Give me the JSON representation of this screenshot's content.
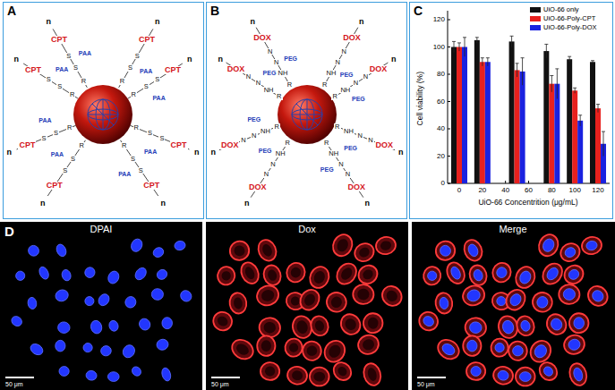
{
  "diagram": {
    "nodes": [
      {
        "text": [
          "A"
        ]
      },
      {
        "text": [
          "B"
        ]
      },
      {
        "text": [
          "C"
        ]
      }
    ],
    "labels": [
      "n",
      "CPT",
      "S",
      "S",
      "R",
      "PAA",
      "n",
      "CPT",
      "S",
      "S",
      "R",
      "PAA",
      "n",
      "CPT",
      "S",
      "S",
      "R",
      "PAA",
      "n",
      "CPT",
      "S",
      "S",
      "R",
      "PAA",
      "n",
      "CPT",
      "S",
      "S",
      "R",
      "PAA",
      "n",
      "CPT",
      "S",
      "S",
      "R",
      "PAA",
      "n",
      "CPT",
      "S",
      "S",
      "R",
      "PAA",
      "n",
      "CPT",
      "S",
      "S",
      "R",
      "PAA",
      "n",
      "DOX",
      "N",
      "N",
      "NH",
      "R",
      "PEG",
      "n",
      "DOX",
      "N",
      "N",
      "NH",
      "R",
      "PEG",
      "n",
      "DOX",
      "N",
      "N",
      "NH",
      "R",
      "PEG",
      "n",
      "DOX",
      "N",
      "N",
      "NH",
      "R",
      "PEG",
      "n",
      "DOX",
      "N",
      "N",
      "NH",
      "R",
      "PEG",
      "n",
      "DOX",
      "N",
      "N",
      "NH",
      "R",
      "PEG",
      "n",
      "DOX",
      "N",
      "N",
      "NH",
      "R",
      "PEG",
      "n",
      "DOX",
      "N",
      "N",
      "NH",
      "R",
      "PEG",
      "Cell viability (%)",
      "0",
      "20",
      "40",
      "60",
      "80",
      "100",
      "120",
      "0",
      "20",
      "40",
      "60",
      "80",
      "100",
      "120",
      "UiO-66 Concentrition (μg/mL)",
      "D",
      "DPAI",
      "Dox",
      "Merge",
      "50 μm",
      "50 μm",
      "50 μm"
    ],
    "legend": [
      {
        "text": "UiO-66 only",
        "color": "#111111"
      },
      {
        "text": "UiO-66-Poly-CPT",
        "color": "#e8211e"
      },
      {
        "text": "UiO-66-Poly-DOX",
        "color": "#1a22e0"
      }
    ]
  }
}
